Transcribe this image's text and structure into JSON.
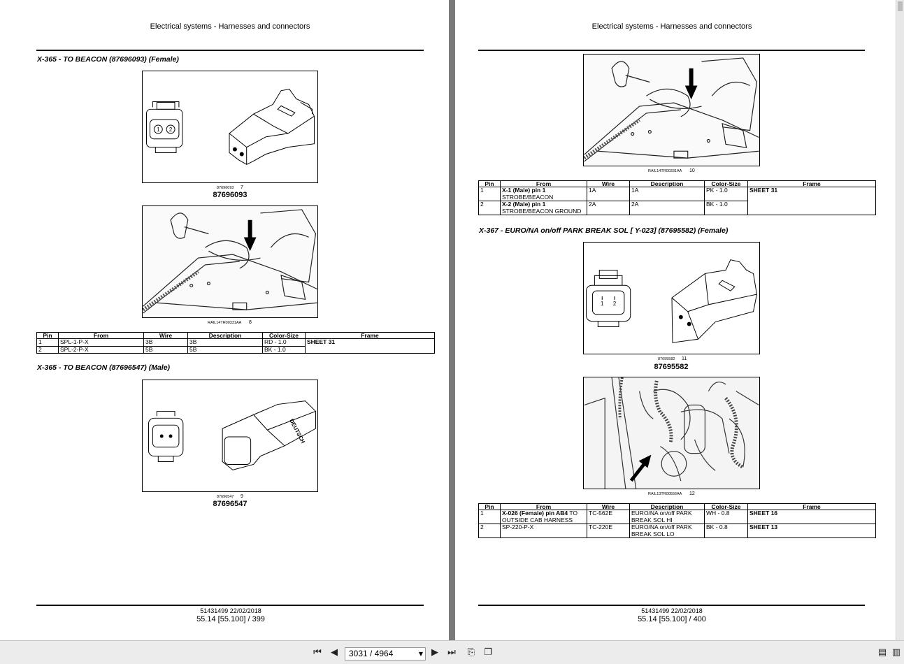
{
  "left_page": {
    "header": "Electrical systems - Harnesses and connectors",
    "section1_title": "X-365 - TO BEACON (87696093) (Female)",
    "fig7": {
      "code": "87696093",
      "num": "7",
      "part": "87696093"
    },
    "fig8": {
      "code": "RAIL14TR00331AA",
      "num": "8"
    },
    "table1": {
      "headers": [
        "Pin",
        "From",
        "Wire",
        "Description",
        "Color-Size",
        "Frame"
      ],
      "rows": [
        {
          "pin": "1",
          "from": "SPL-1-P-X",
          "wire": "3B",
          "desc": "3B",
          "color": "RD - 1.0",
          "frame": "SHEET 31"
        },
        {
          "pin": "2",
          "from": "SPL-2-P-X",
          "wire": "5B",
          "desc": "5B",
          "color": "BK - 1.0",
          "frame": ""
        }
      ]
    },
    "section2_title": "X-365 - TO BEACON (87696547) (Male)",
    "fig9": {
      "code": "87696547",
      "num": "9",
      "part": "87696547",
      "label": "DEUTSCH"
    },
    "footer_code": "51431499 22/02/2018",
    "footer_page": "55.14 [55.100] / 399",
    "pin_labels": [
      "1",
      "2"
    ]
  },
  "right_page": {
    "header": "Electrical systems - Harnesses and connectors",
    "fig10": {
      "code": "RAIL14TR00331AA",
      "num": "10"
    },
    "table2": {
      "headers": [
        "Pin",
        "From",
        "Wire",
        "Description",
        "Color-Size",
        "Frame"
      ],
      "rows": [
        {
          "pin": "1",
          "from_bold": "X-1 (Male) pin 1",
          "from_rest": "STROBE/BEACON",
          "wire": "1A",
          "desc": "1A",
          "color": "PK - 1.0",
          "frame": "SHEET 31"
        },
        {
          "pin": "2",
          "from_bold": "X-2 (Male) pin 1",
          "from_rest": "STROBE/BEACON GROUND",
          "wire": "2A",
          "desc": "2A",
          "color": "BK - 1.0",
          "frame": ""
        }
      ]
    },
    "section3_title": "X-367 - EURO/NA on/off PARK BREAK SOL [ Y-023] (87695582) (Female)",
    "fig11": {
      "code": "87695582",
      "num": "11",
      "part": "87695582"
    },
    "fig12": {
      "code": "RAIL13TR00556AA",
      "num": "12"
    },
    "table3": {
      "headers": [
        "Pin",
        "From",
        "Wire",
        "Description",
        "Color-Size",
        "Frame"
      ],
      "rows": [
        {
          "pin": "1",
          "from_bold": "X-026 (Female) pin AB4",
          "from_rest": "TO OUTSIDE CAB HARNESS",
          "wire": "TC-562E",
          "desc": "EURO/NA on/off PARK BREAK SOL HI",
          "color": "WH - 0.8",
          "frame": "SHEET 16"
        },
        {
          "pin": "2",
          "from_bold": "",
          "from_rest": "SP-220-P-X",
          "wire": "TC-220E",
          "desc": "EURO/NA on/off PARK BREAK SOL LO",
          "color": "BK - 0.8",
          "frame": "SHEET 13"
        }
      ]
    },
    "footer_code": "51431499 22/02/2018",
    "footer_page": "55.14 [55.100] / 400"
  },
  "toolbar": {
    "page_field": "3031 / 4964",
    "icons": [
      "first-page-icon",
      "prev-page-icon",
      "next-page-icon",
      "last-page-icon",
      "rotate-page-icon",
      "two-page-view-icon",
      "page-view-icon",
      "fit-page-icon"
    ]
  }
}
